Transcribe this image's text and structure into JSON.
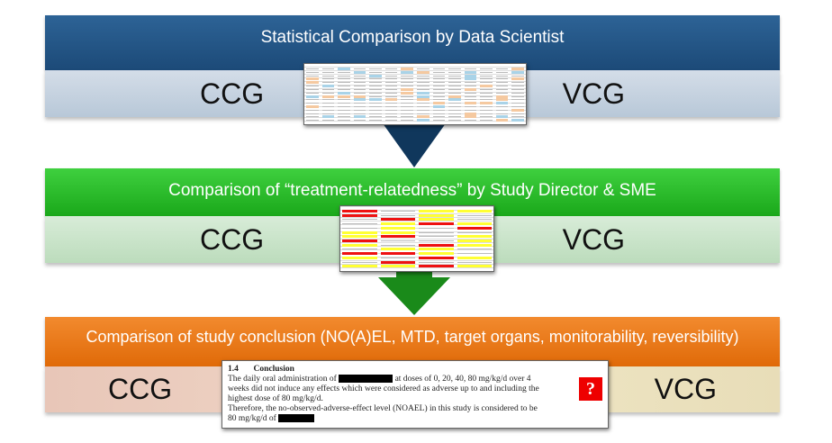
{
  "stages": [
    {
      "title": "Statistical Comparison by Data Scientist",
      "left": "CCG",
      "right": "VCG"
    },
    {
      "title": "Comparison of “treatment-relatedness” by Study Director &  SME",
      "left": "CCG",
      "right": "VCG"
    },
    {
      "title": "Comparison of study conclusion (NO(A)EL, MTD, target organs, monitorability, reversibility)",
      "left": "CCG",
      "right": "VCG"
    }
  ],
  "conclusion_doc": {
    "section": "1.4",
    "heading": "Conclusion",
    "line1a": "The daily oral administration of",
    "line1b": "at doses of 0, 20, 40, 80 mg/kg/d over 4",
    "line2": "weeks did not induce any effects which were considered as adverse up to and including the",
    "line3": "highest dose of 80 mg/kg/d.",
    "line4": "Therefore, the no-observed-adverse-effect level (NOAEL) in this study is considered to be",
    "line5": "80 mg/kg/d of",
    "badge": "?"
  },
  "colors": {
    "blue": "#1f4e79",
    "green": "#22b322",
    "orange": "#e46c0a",
    "navy_arrow": "#10375c",
    "green_arrow": "#1a8a1a",
    "red": "#e00000"
  }
}
